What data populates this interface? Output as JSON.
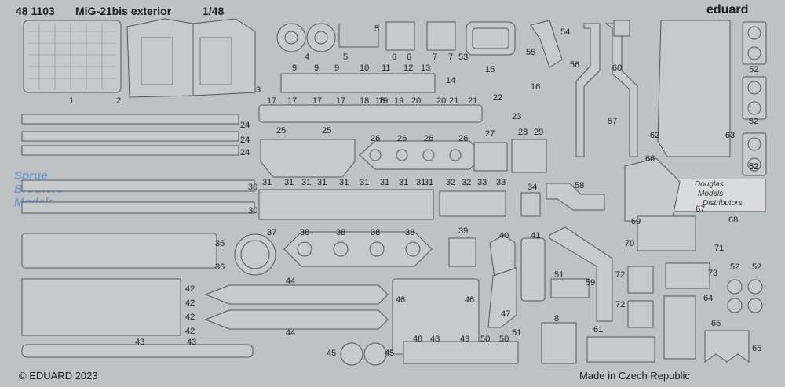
{
  "header": {
    "product_code": "48 1103",
    "title": "MiG-21bis exterior",
    "scale": "1/48",
    "brand": "eduard"
  },
  "footer": {
    "copyright": "© EDUARD 2023",
    "origin": "Made in Czech Republic"
  },
  "watermark": {
    "lines": [
      "Sprue",
      "Brothers",
      "Models"
    ],
    "distributor": [
      "Douglas",
      "Models",
      "Distributors"
    ]
  },
  "part_numbers": [
    "1",
    "2",
    "3",
    "4",
    "5",
    "5",
    "6",
    "6",
    "7",
    "7",
    "53",
    "54",
    "55",
    "56",
    "60",
    "52",
    "52",
    "52",
    "52",
    "9",
    "9",
    "9",
    "10",
    "11",
    "12",
    "13",
    "14",
    "15",
    "16",
    "17",
    "17",
    "17",
    "17",
    "18",
    "18",
    "19",
    "19",
    "20",
    "20",
    "21",
    "21",
    "22",
    "23",
    "24",
    "24",
    "24",
    "25",
    "25",
    "26",
    "26",
    "26",
    "26",
    "27",
    "28",
    "29",
    "57",
    "62",
    "63",
    "66",
    "30",
    "30",
    "31",
    "31",
    "31",
    "31",
    "31",
    "31",
    "31",
    "31",
    "31",
    "31",
    "32",
    "32",
    "33",
    "33",
    "34",
    "58",
    "67",
    "68",
    "69",
    "70",
    "71",
    "35",
    "36",
    "37",
    "38",
    "38",
    "38",
    "38",
    "39",
    "40",
    "41",
    "72",
    "73",
    "52",
    "52",
    "42",
    "42",
    "42",
    "42",
    "44",
    "44",
    "46",
    "46",
    "47",
    "51",
    "59",
    "72",
    "64",
    "43",
    "43",
    "45",
    "45",
    "48",
    "48",
    "49",
    "50",
    "50",
    "51",
    "8",
    "61",
    "65",
    "65"
  ]
}
